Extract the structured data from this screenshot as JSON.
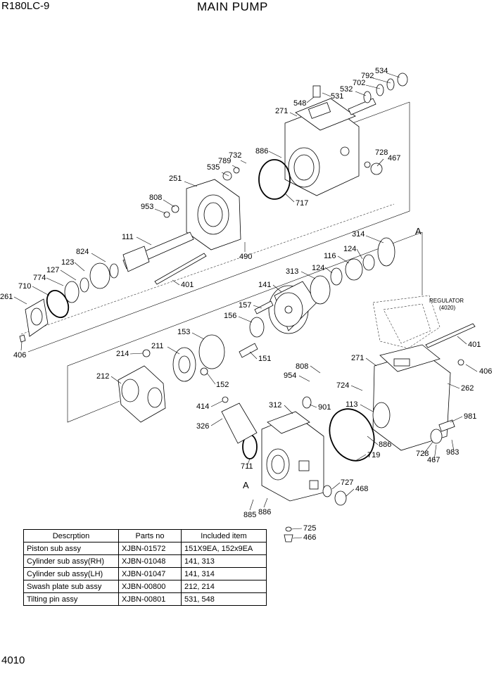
{
  "header": {
    "model": "R180LC-9",
    "title": "MAIN PUMP"
  },
  "page_number": "4010",
  "regulator_note": {
    "line1": "REGULATOR",
    "line2": "(4020)"
  },
  "view_marks": [
    "A",
    "A"
  ],
  "callouts": [
    "534",
    "792",
    "702",
    "532",
    "531",
    "548",
    "271",
    "886",
    "728",
    "467",
    "732",
    "789",
    "535",
    "251",
    "808",
    "953",
    "717",
    "111",
    "490",
    "824",
    "127",
    "123",
    "774",
    "710",
    "261",
    "406",
    "401",
    "314",
    "124",
    "116",
    "313",
    "124",
    "141",
    "157",
    "156",
    "153",
    "211",
    "214",
    "212",
    "151",
    "152",
    "808",
    "954",
    "271",
    "406",
    "724",
    "262",
    "401",
    "312",
    "414",
    "326",
    "901",
    "113",
    "981",
    "886",
    "711",
    "719",
    "728",
    "467",
    "983",
    "727",
    "468",
    "885",
    "886",
    "725",
    "466"
  ],
  "table": {
    "headers": [
      "Descrption",
      "Parts no",
      "Included item"
    ],
    "rows": [
      [
        "Piston sub assy",
        "XJBN-01572",
        "151X9EA, 152x9EA"
      ],
      [
        "Cylinder sub assy(RH)",
        "XJBN-01048",
        "141, 313"
      ],
      [
        "Cylinder sub assy(LH)",
        "XJBN-01047",
        "141, 314"
      ],
      [
        "Swash plate sub assy",
        "XJBN-00800",
        "212, 214"
      ],
      [
        "Tilting pin assy",
        "XJBN-00801",
        "531, 548"
      ]
    ]
  }
}
